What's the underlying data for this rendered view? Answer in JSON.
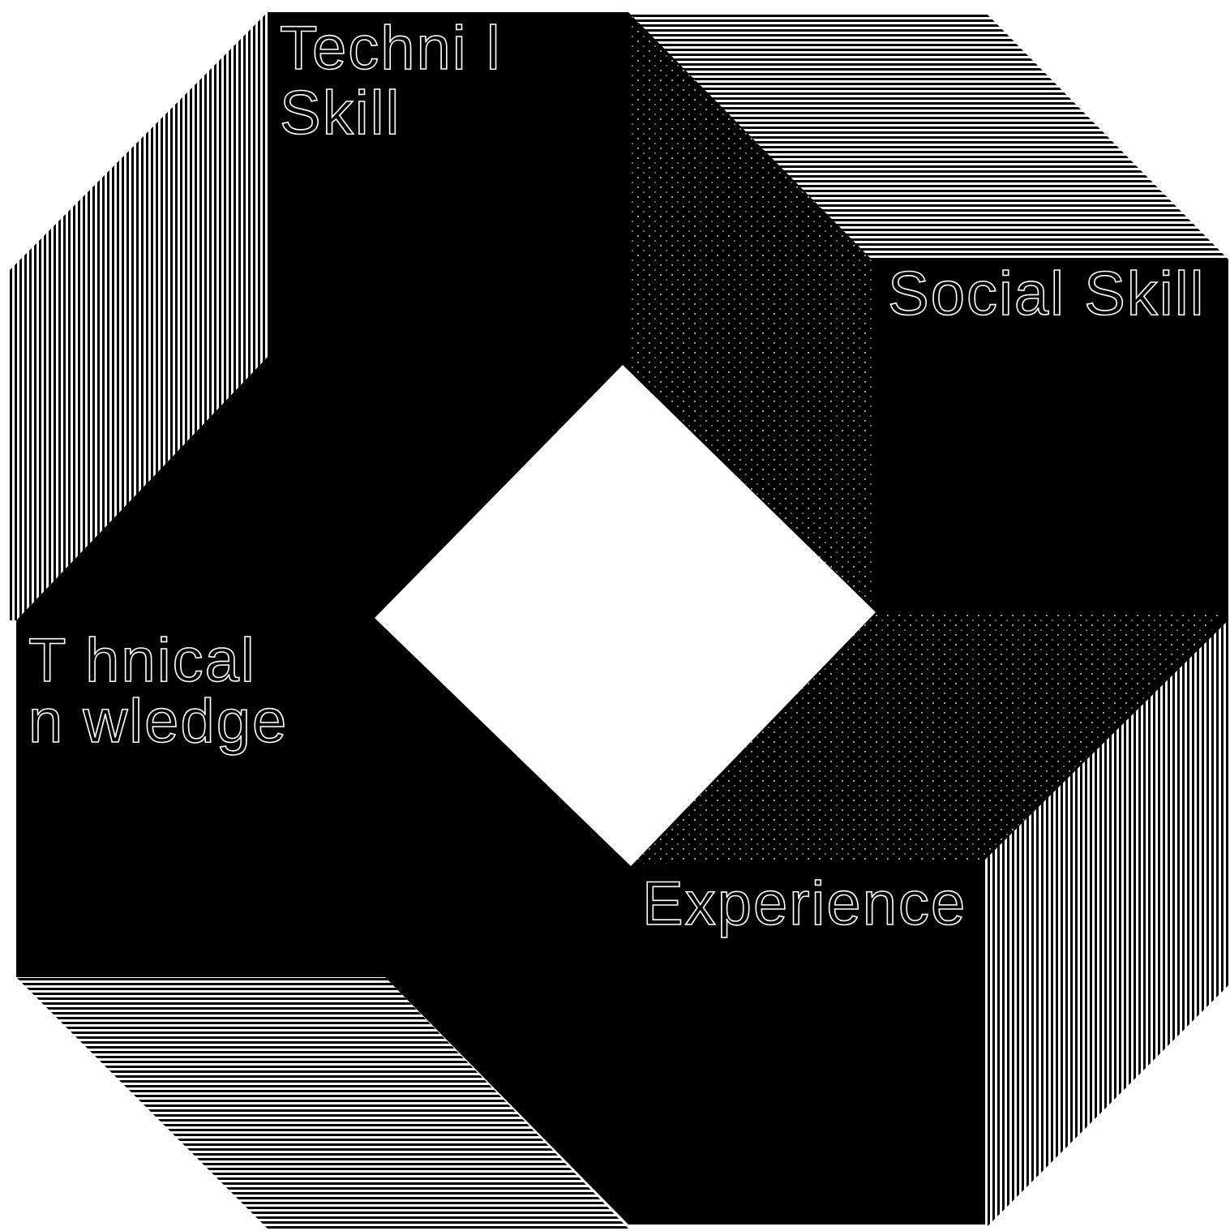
{
  "diagram": {
    "labels": {
      "technical_skill_line1": "Techni  l",
      "technical_skill_line2": "Skill",
      "social_skill": "Social Skill",
      "technical_knowledge_line1": "T  hnical",
      "technical_knowledge_line2": "  n  wledge",
      "experience": "Experience"
    },
    "colors": {
      "panel_dark": "#000000",
      "background": "#ffffff",
      "hatch": "#000000",
      "dot_texture": "#ffffff"
    }
  }
}
